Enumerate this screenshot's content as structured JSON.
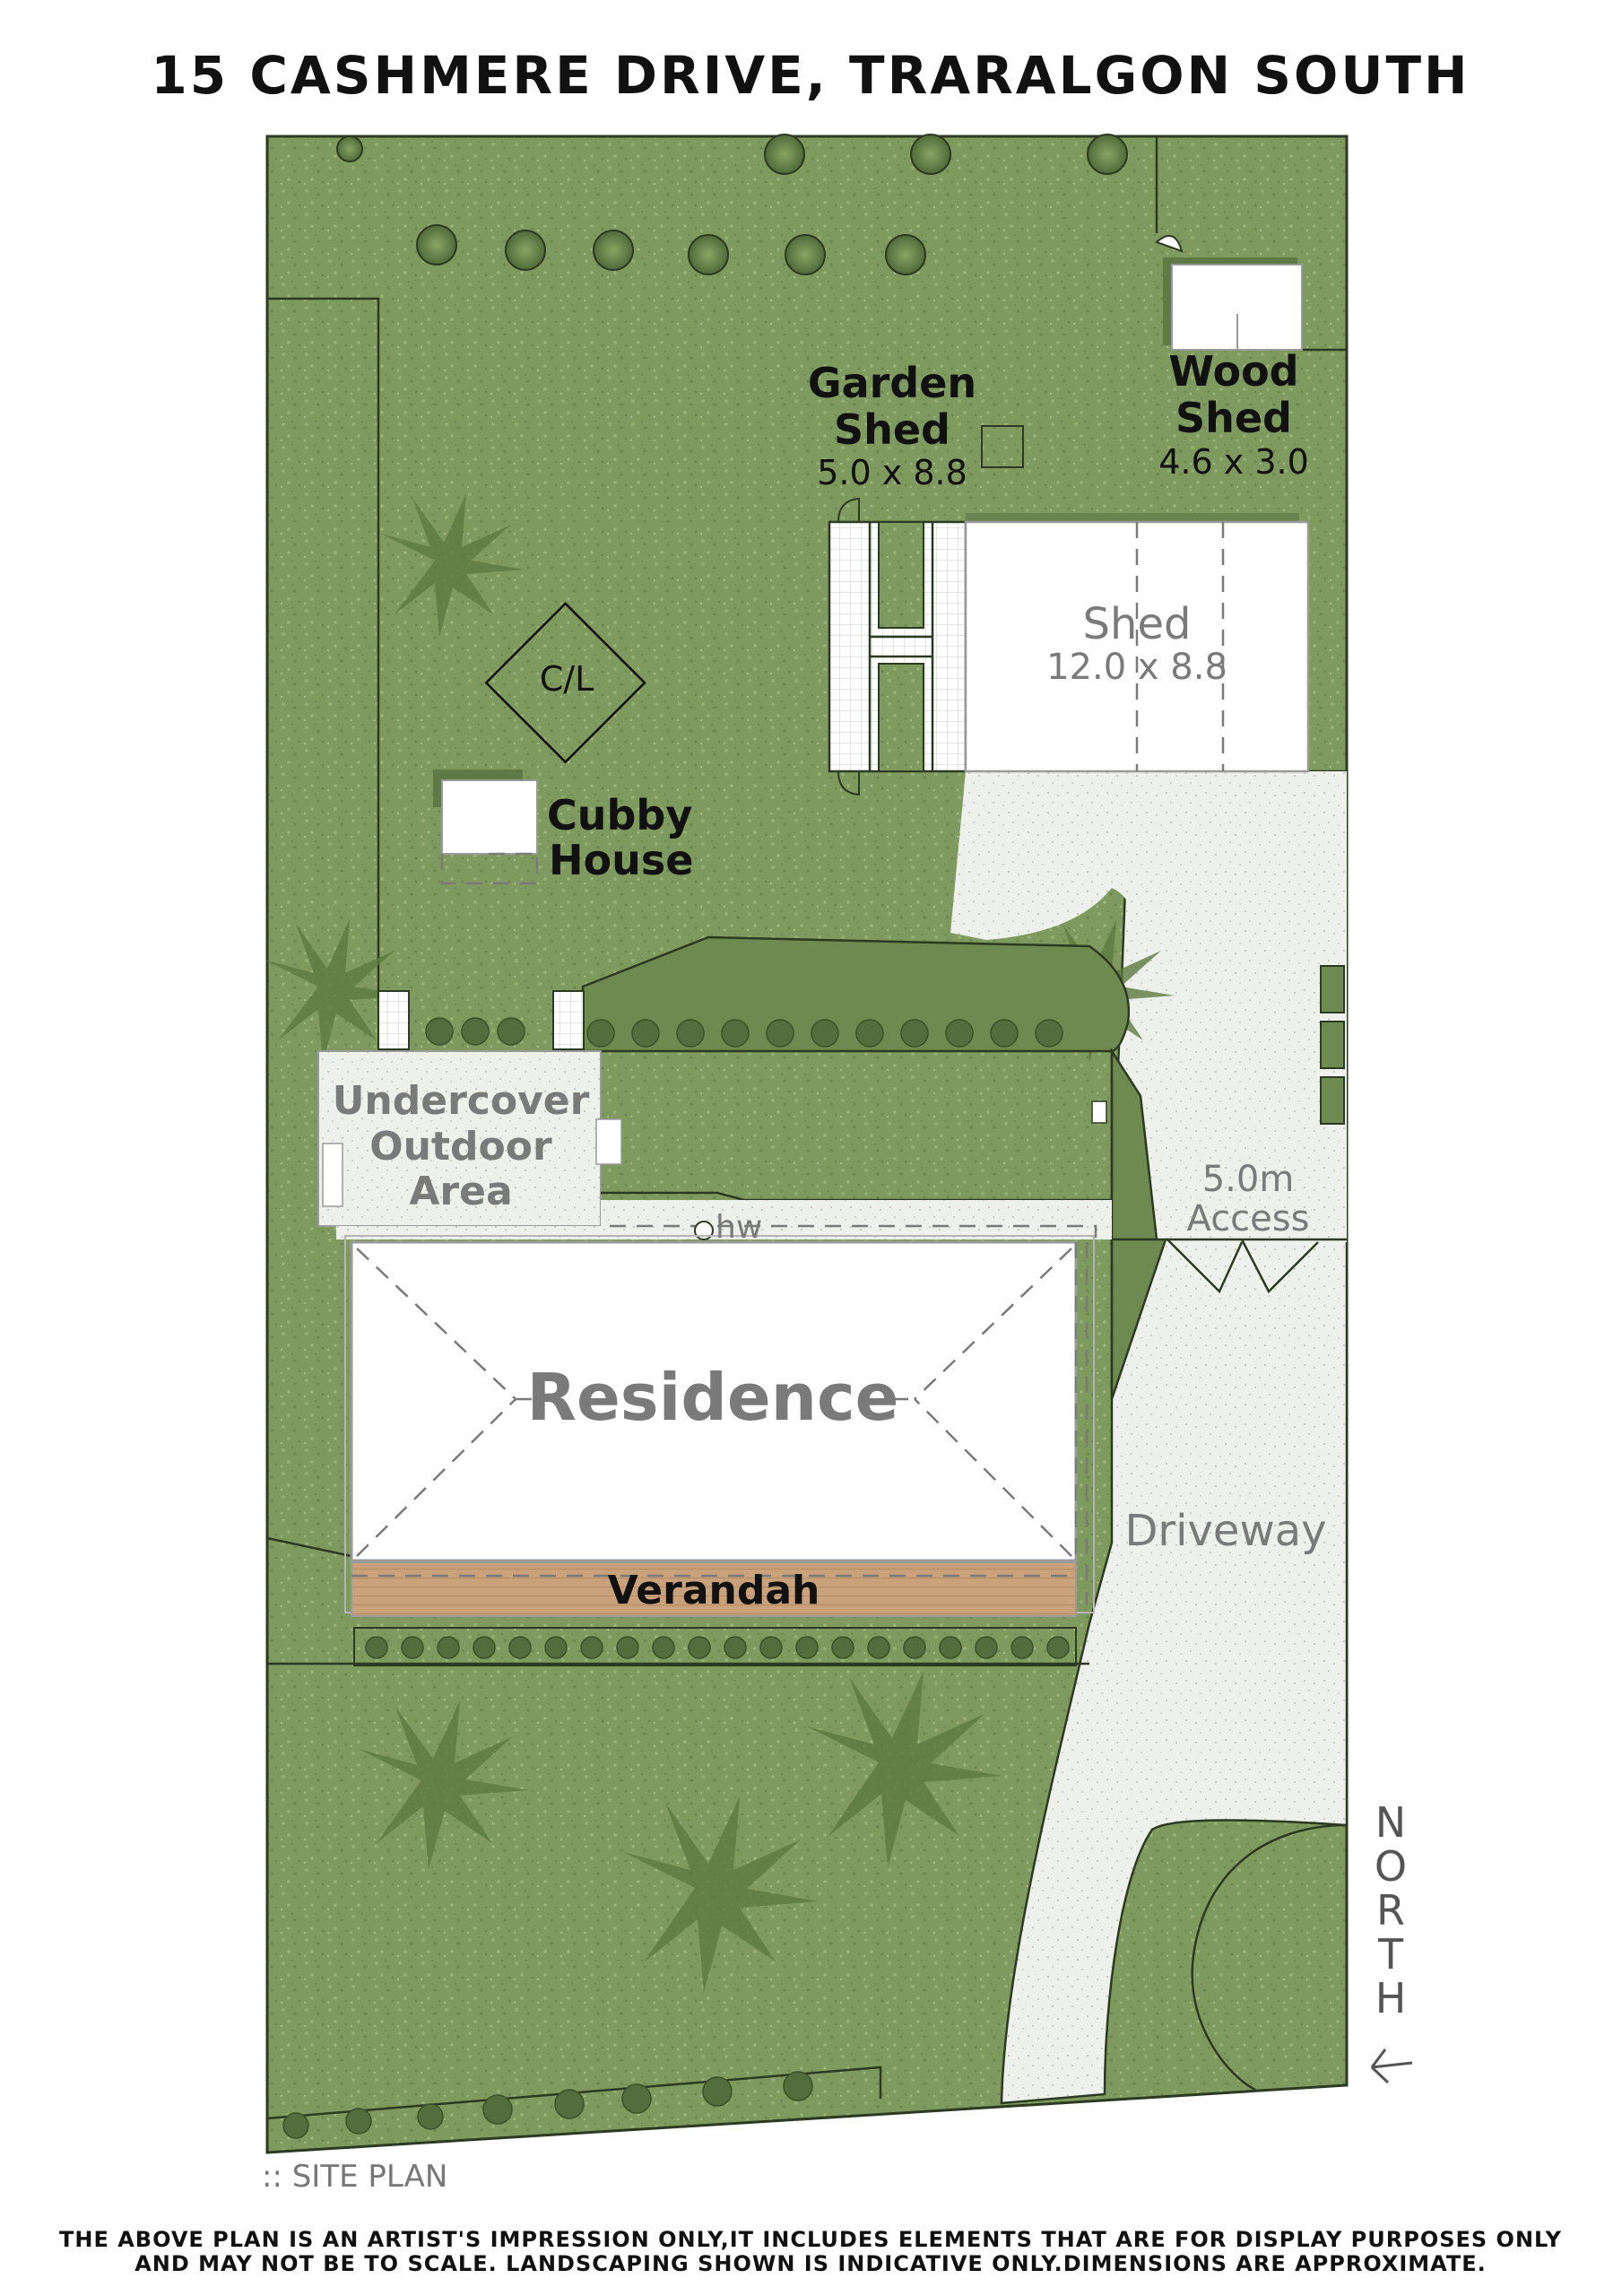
{
  "title": "15 CASHMERE DRIVE, TRARALGON SOUTH",
  "labels": {
    "garden_shed_line1": "Garden",
    "garden_shed_line2": "Shed",
    "garden_shed_size": "5.0 x 8.8",
    "wood_shed_line1": "Wood",
    "wood_shed_line2": "Shed",
    "wood_shed_size": "4.6 x 3.0",
    "shed": "Shed",
    "shed_size": "12.0 x 8.8",
    "clothesline": "C/L",
    "cubby_line1": "Cubby",
    "cubby_line2": "House",
    "outdoor_line1": "Undercover",
    "outdoor_line2": "Outdoor",
    "outdoor_line3": "Area",
    "hot_water": "hw",
    "access_line1": "5.0m",
    "access_line2": "Access",
    "residence": "Residence",
    "verandah": "Verandah",
    "driveway": "Driveway"
  },
  "north": [
    "N",
    "O",
    "R",
    "T",
    "H"
  ],
  "caption": ":: SITE PLAN",
  "disclaimer_line1": "THE ABOVE PLAN IS AN ARTIST'S IMPRESSION ONLY,IT INCLUDES ELEMENTS THAT ARE FOR DISPLAY PURPOSES ONLY",
  "disclaimer_line2": "AND MAY NOT BE TO SCALE. LANDSCAPING SHOWN IS INDICATIVE ONLY.DIMENSIONS ARE APPROXIMATE.",
  "colors": {
    "lawn": "#7f9a5e",
    "lawn_dark": "#5e7a45",
    "gravel": "#eef0ec",
    "verandah": "#c9a27c",
    "building": "#ffffff",
    "text_grey": "#7a7a7a"
  }
}
